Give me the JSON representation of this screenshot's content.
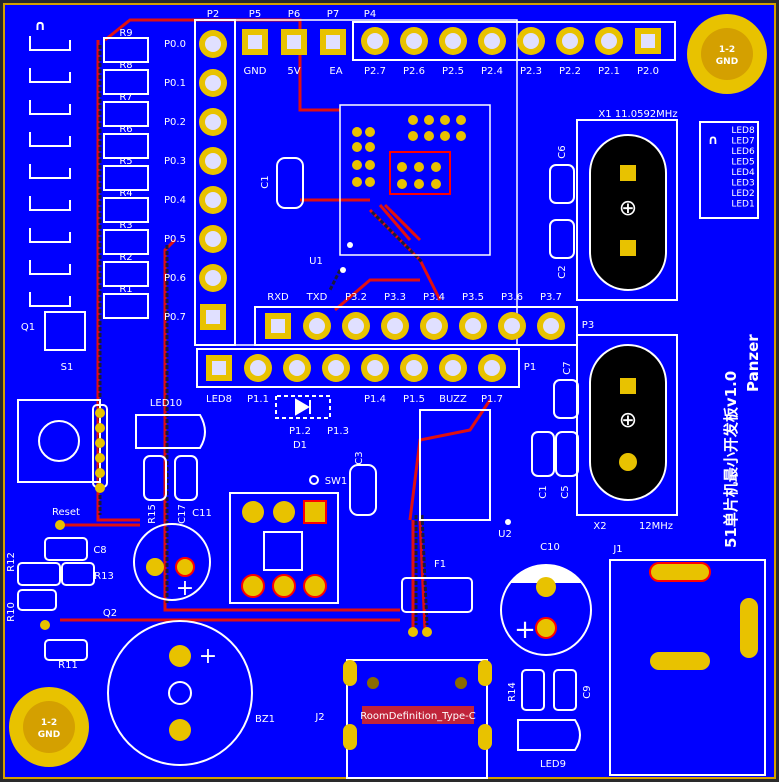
{
  "board": {
    "title": "51单片机最小开发板v1.0",
    "author": "Panzer",
    "colors": {
      "copper_fill": "#0000ff",
      "top_trace": "#e01010",
      "bottom_trace": "#1a1a3a",
      "silk": "#ffffff",
      "pad": "#e8c200",
      "outline": "#d4a000",
      "highlight": "#ff0000"
    }
  },
  "headers": {
    "P2": {
      "ref": "P2",
      "pins": [
        "P0.0",
        "P0.1",
        "P0.2",
        "P0.3",
        "P0.4",
        "P0.5",
        "P0.6",
        "P0.7"
      ]
    },
    "power": [
      {
        "ref": "P5",
        "label": "GND"
      },
      {
        "ref": "P6",
        "label": "5V"
      },
      {
        "ref": "P7",
        "label": "EA"
      }
    ],
    "P4": {
      "ref": "P4",
      "pins": [
        "P2.7",
        "P2.6",
        "P2.5",
        "P2.4",
        "P2.3",
        "P2.2",
        "P2.1",
        "P2.0"
      ]
    },
    "P3": {
      "ref": "P3",
      "pins": [
        "RXD",
        "TXD",
        "P3.2",
        "P3.3",
        "P3.4",
        "P3.5",
        "P3.6",
        "P3.7"
      ]
    },
    "P1": {
      "ref": "P1",
      "pins": [
        "LED8",
        "P1.1",
        "P1.2",
        "P1.3",
        "P1.4",
        "P1.5",
        "BUZZ",
        "P1.7"
      ]
    }
  },
  "resistors_left": [
    "R9",
    "R8",
    "R7",
    "R6",
    "R5",
    "R4",
    "R3",
    "R2",
    "R1"
  ],
  "led_list": [
    "LED8",
    "LED7",
    "LED6",
    "LED5",
    "LED4",
    "LED3",
    "LED2",
    "LED1"
  ],
  "labels": {
    "corner_hole_top": "1-2",
    "corner_hole_top_sub": "GND",
    "corner_hole_bottom": "1-2",
    "corner_hole_bottom_sub": "GND",
    "crystal1": "X1  11.0592MHz",
    "crystal2": "X2",
    "crystal2_freq": "12MHz",
    "c6": "C6",
    "c2": "C2",
    "c7": "C7",
    "c1b": "C1",
    "c5": "C5",
    "c1": "C1",
    "u1": "U1",
    "q1": "Q1",
    "s1": "S1",
    "led10": "LED10",
    "d1": "D1",
    "p12": "P1.2",
    "p13": "P1.3",
    "c3": "C3",
    "sw1": "SW1",
    "r15": "R15",
    "c17": "C17",
    "c11": "C11",
    "reset": "Reset",
    "c8": "C8",
    "r12": "R12",
    "r13": "R13",
    "r10": "R10",
    "q2": "Q2",
    "r11": "R11",
    "bz1": "BZ1",
    "f1": "F1",
    "u2": "U2",
    "c10": "C10",
    "j1": "J1",
    "j2": "J2",
    "usb": "RoomDefinition_Type-C",
    "r14": "R14",
    "c9": "C9",
    "led9": "LED9",
    "p1": "P1",
    "p3": "P3"
  }
}
